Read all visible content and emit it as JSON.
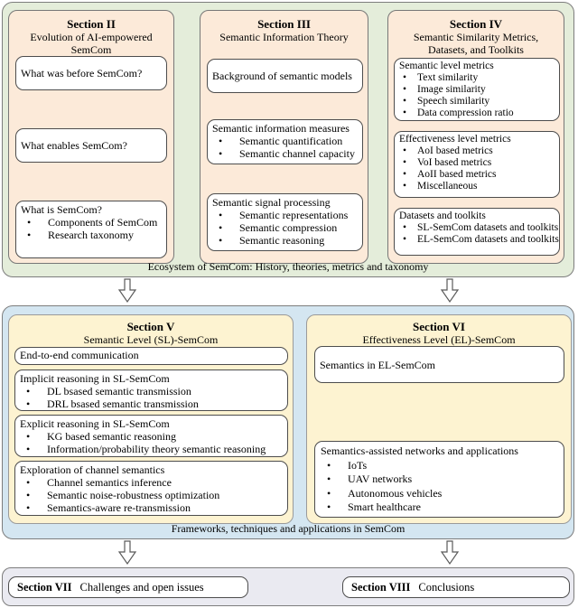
{
  "ui": {
    "bullet": "•"
  },
  "colors": {
    "green_bg": "#e4edda",
    "peach_bg": "#fcead9",
    "blue_bg": "#d4e6f1",
    "yellow_bg": "#fdf3d1",
    "gray_bg": "#eaeaf1",
    "box_border": "#4d4d4d",
    "container_border": "#7d7d7d"
  },
  "top_group": {
    "caption": "Ecosystem of SemCom: History, theories, metrics and taxonomy",
    "sections": [
      {
        "title": "Section II",
        "subtitle": "Evolution of AI-empowered SemCom",
        "boxes": [
          {
            "title": "What was before SemCom?",
            "bullets": []
          },
          {
            "title": "What enables SemCom?",
            "bullets": []
          },
          {
            "title": "What is SemCom?",
            "bullets": [
              "Components of SemCom",
              "Research taxonomy"
            ]
          }
        ]
      },
      {
        "title": "Section III",
        "subtitle": "Semantic Information Theory",
        "boxes": [
          {
            "title": "Background of semantic models",
            "bullets": []
          },
          {
            "title": "Semantic information measures",
            "bullets": [
              "Semantic quantification",
              "Semantic channel capacity"
            ]
          },
          {
            "title": "Semantic signal processing",
            "bullets": [
              "Semantic representations",
              "Semantic compression",
              "Semantic reasoning"
            ]
          }
        ]
      },
      {
        "title": "Section IV",
        "subtitle": "Semantic Similarity Metrics, Datasets, and Toolkits",
        "boxes": [
          {
            "title": "Semantic level metrics",
            "bullets": [
              "Text similarity",
              "Image similarity",
              "Speech similarity",
              "Data compression ratio"
            ]
          },
          {
            "title": "Effectiveness level metrics",
            "bullets": [
              "AoI based metrics",
              "VoI based metrics",
              "AoII based metrics",
              "Miscellaneous"
            ]
          },
          {
            "title": "Datasets and toolkits",
            "bullets": [
              "SL-SemCom datasets and toolkits",
              "EL-SemCom datasets and toolkits"
            ]
          }
        ]
      }
    ]
  },
  "mid_group": {
    "caption": "Frameworks, techniques and applications in SemCom",
    "sections": [
      {
        "title": "Section V",
        "subtitle": "Semantic Level (SL)-SemCom",
        "boxes": [
          {
            "title": "End-to-end communication",
            "bullets": []
          },
          {
            "title": "Implicit reasoning in SL-SemCom",
            "bullets": [
              "DL bsased semantic transmission",
              "DRL bsased semantic transmission"
            ]
          },
          {
            "title": "Explicit reasoning in SL-SemCom",
            "bullets": [
              "KG based semantic reasoning",
              "Information/probability theory semantic reasoning"
            ]
          },
          {
            "title": "Exploration of channel semantics",
            "bullets": [
              "Channel semantics inference",
              "Semantic noise-robustness optimization",
              "Semantics-aware re-transmission"
            ]
          }
        ]
      },
      {
        "title": "Section VI",
        "subtitle": "Effectiveness Level (EL)-SemCom",
        "boxes": [
          {
            "title": "Semantics in EL-SemCom",
            "bullets": []
          },
          {
            "title": "Semantics-assisted networks and applications",
            "bullets": [
              "IoTs",
              "UAV networks",
              "Autonomous vehicles",
              "Smart healthcare"
            ]
          }
        ]
      }
    ]
  },
  "bottom_group": {
    "items": [
      {
        "title": "Section VII",
        "text": "Challenges and open issues"
      },
      {
        "title": "Section VIII",
        "text": "Conclusions"
      }
    ]
  }
}
